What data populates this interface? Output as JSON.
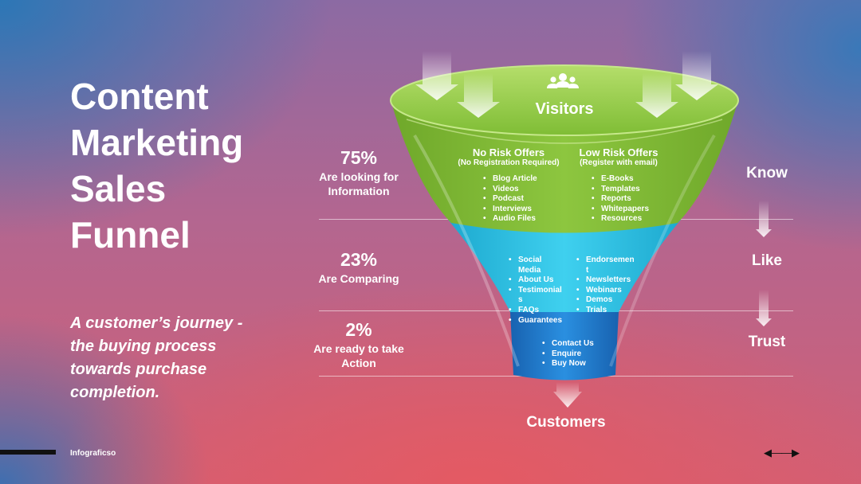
{
  "title_lines": [
    "Content",
    "Marketing",
    "Sales",
    "Funnel"
  ],
  "subtitle": "A customer’s journey - the buying process towards purchase completion.",
  "stats": [
    {
      "pct": "75%",
      "desc": "Are looking for Information"
    },
    {
      "pct": "23%",
      "desc": "Are Comparing"
    },
    {
      "pct": "2%",
      "desc": "Are ready to take Action"
    }
  ],
  "stages": [
    "Know",
    "Like",
    "Trust"
  ],
  "funnel": {
    "top_label": "Visitors",
    "top_icon": "users-icon",
    "bottom_label": "Customers",
    "colors": {
      "green": "#8dc63f",
      "cyan": "#29c5e6",
      "blue": "#1f7fd1"
    },
    "top_section": {
      "left_heading": "No Risk Offers",
      "left_subheading": "(No Registration Required)",
      "left_items": [
        "Blog Article",
        "Videos",
        "Podcast",
        "Interviews",
        "Audio Files"
      ],
      "right_heading": "Low Risk Offers",
      "right_subheading": "(Register with email)",
      "right_items": [
        "E-Books",
        "Templates",
        "Reports",
        "Whitepapers",
        "Resources"
      ]
    },
    "middle_section": {
      "left_items": [
        "Social Media",
        "About Us",
        "Testimonial s",
        "FAQs",
        "Guarantees"
      ],
      "right_items": [
        "Endorsemen t",
        "Newsletters",
        "Webinars",
        "Demos",
        "Trials"
      ]
    },
    "bottom_section": {
      "items": [
        "Contact Us",
        "Enquire",
        "Buy Now"
      ]
    }
  },
  "footer": {
    "brand": "Infograficso",
    "prev_icon": "arrow-left-icon",
    "next_icon": "arrow-right-icon"
  }
}
